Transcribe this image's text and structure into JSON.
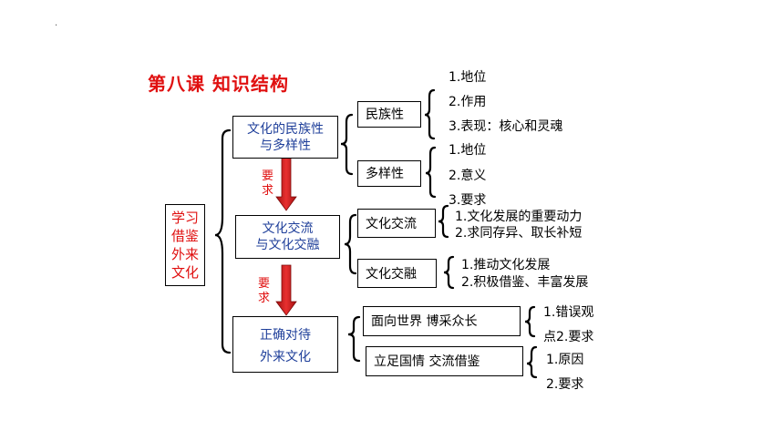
{
  "dot": ".",
  "title": "第八课  知识结构",
  "root": [
    "学习",
    "借鉴",
    "外来",
    "文化"
  ],
  "level1": [
    {
      "lines": [
        "文化的民族性",
        "与多样性"
      ]
    },
    {
      "lines": [
        "文化交流",
        "与文化交融"
      ]
    },
    {
      "lines": [
        "正确对待",
        "外来文化"
      ]
    }
  ],
  "arrows": [
    {
      "lines": [
        "要",
        "求"
      ]
    },
    {
      "lines": [
        "要",
        "求"
      ]
    }
  ],
  "level2": {
    "minzuxing": "民族性",
    "duoyangxing": "多样性",
    "jiaoliu": "文化交流",
    "jiaorong": "文化交融",
    "mianxiang": "面向世界  博采众长",
    "lizu": "立足国情  交流借鉴"
  },
  "leaves": {
    "minzuxing": [
      "1.地位",
      "2.作用",
      "3.表现：核心和灵魂"
    ],
    "duoyangxing": [
      "1.地位",
      "2.意义",
      "3.要求"
    ],
    "jiaoliu": [
      "1.文化发展的重要动力",
      "2.求同存异、取长补短"
    ],
    "jiaorong": [
      "1.推动文化发展",
      "2.积极借鉴、丰富发展"
    ],
    "mianxiang": [
      "1.错误观",
      "点2.要求"
    ],
    "lizu": [
      "1.原因",
      "2.要求"
    ]
  }
}
